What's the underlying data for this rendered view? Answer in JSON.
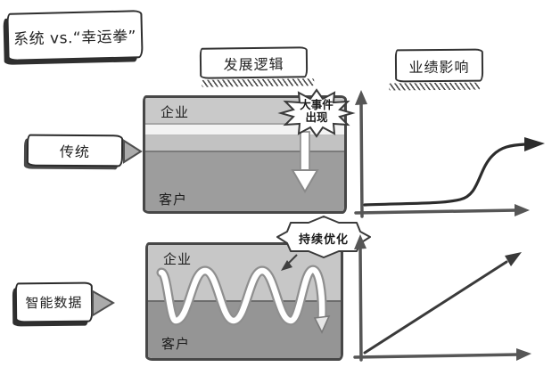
{
  "title": "系统 vs.“幸运拳”",
  "columns": {
    "development_logic": "发展逻辑",
    "performance_impact": "业绩影响"
  },
  "rows": {
    "traditional": {
      "label": "传统",
      "diagram": {
        "top_label": "企业",
        "bottom_label": "客户"
      },
      "bubble_line1": "大事件",
      "bubble_line2": "出现",
      "chart_shape": "flat-then-step-up"
    },
    "smart_data": {
      "label": "智能数据",
      "diagram": {
        "top_label": "企业",
        "bottom_label": "客户"
      },
      "bubble": "持续优化",
      "chart_shape": "linear-growth"
    }
  },
  "colors": {
    "ink": "#2f2f2f",
    "band_light": "#c7c7c7",
    "band_dark": "#979797",
    "axis_gray": "#565656",
    "arrow_fill": "#aaaaaa"
  }
}
